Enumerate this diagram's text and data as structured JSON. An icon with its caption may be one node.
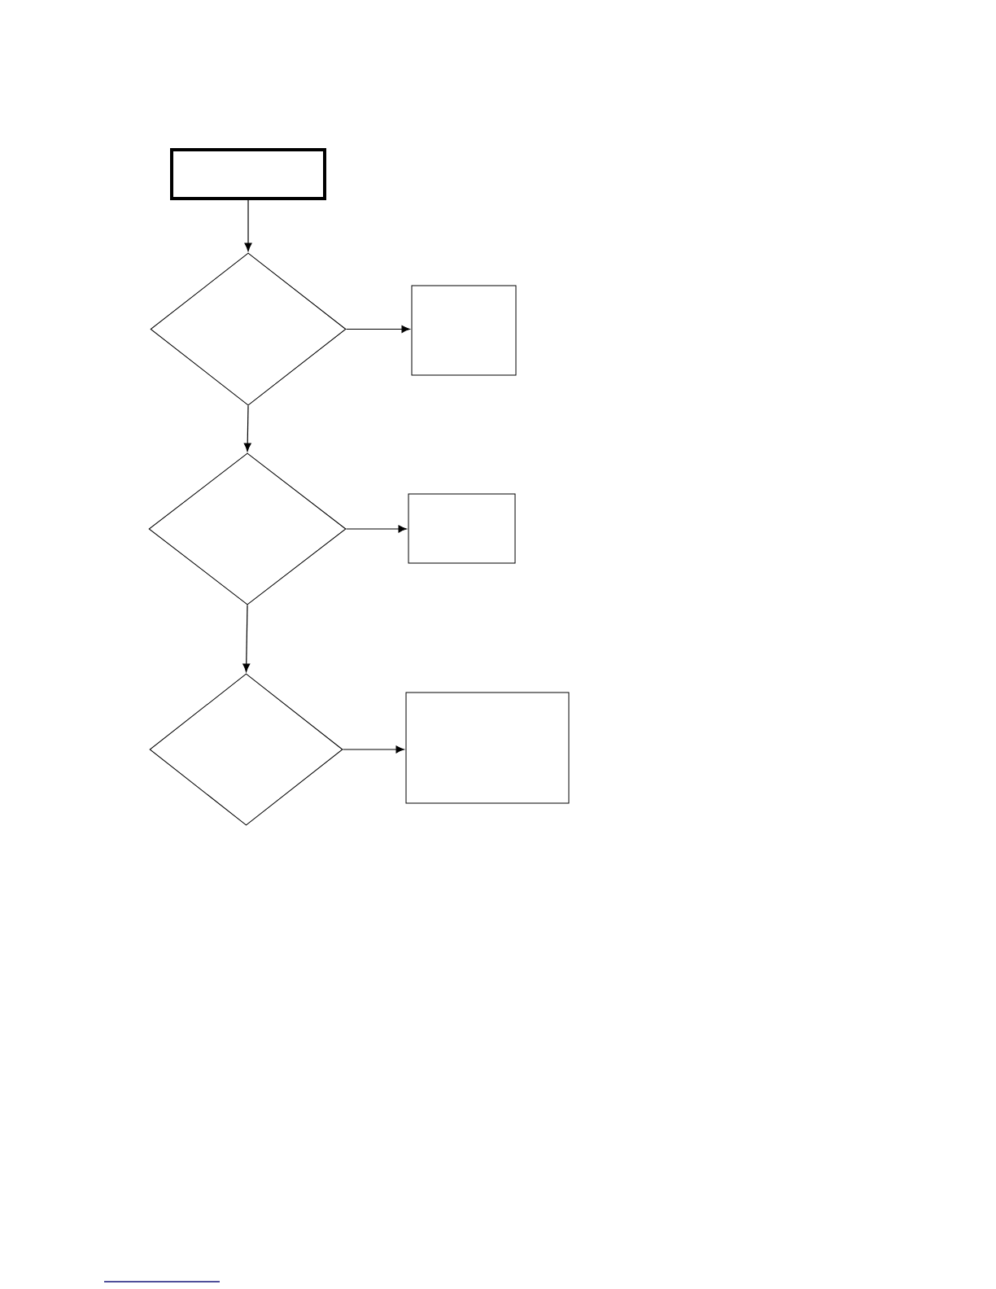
{
  "diagram": {
    "nodes": [
      {
        "text": [],
        "shape": "box"
      },
      {
        "text": [],
        "shape": "diamond"
      },
      {
        "text": [],
        "shape": "box"
      },
      {
        "text": [],
        "shape": "diamond"
      },
      {
        "text": [],
        "shape": "box"
      },
      {
        "text": [],
        "shape": "diamond"
      },
      {
        "text": [],
        "shape": "box"
      }
    ],
    "edges": [
      {
        "from": 0,
        "to": 1,
        "arrow": "to"
      },
      {
        "from": 1,
        "to": 2,
        "arrow": "to"
      },
      {
        "from": 1,
        "to": 3,
        "arrow": "to"
      },
      {
        "from": 3,
        "to": 4,
        "arrow": "to"
      },
      {
        "from": 3,
        "to": 5,
        "arrow": "to"
      },
      {
        "from": 5,
        "to": 6,
        "arrow": "to"
      }
    ]
  }
}
